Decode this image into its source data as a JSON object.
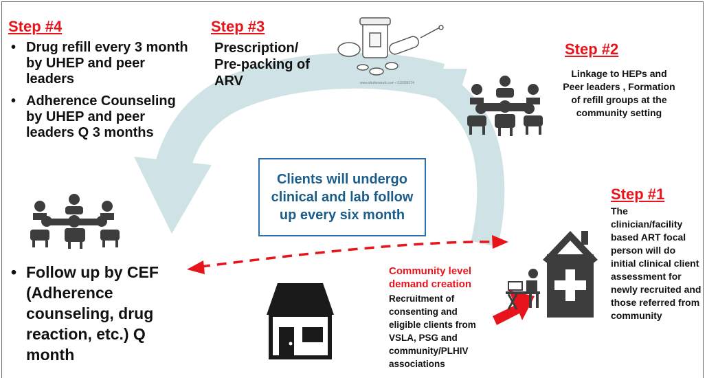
{
  "step4": {
    "title": "Step #4",
    "bullets": [
      "Drug refill every 3 month by UHEP and peer leaders",
      "Adherence Counseling by UHEP and peer leaders Q 3 months"
    ],
    "followup": "Follow up by CEF (Adherence counseling, drug reaction, etc.) Q month"
  },
  "step3": {
    "title": "Step #3",
    "text": "Prescription/ Pre-packing of ARV",
    "watermark": "www.shutterstock.com • 211006174"
  },
  "step2": {
    "title": "Step #2",
    "text": "Linkage to HEPs and Peer leaders , Formation of refill groups at the community setting"
  },
  "step1": {
    "title": "Step #1",
    "text": "The clinician/facility based ART focal person will do initial clinical client assessment for newly recruited and those referred from community"
  },
  "center_box": {
    "text": "Clients will undergo clinical and lab follow up every six month"
  },
  "community": {
    "title": "Community level demand creation",
    "text": "Recruitment of consenting and eligible clients from VSLA, PSG and community/PLHIV associations"
  },
  "icons": [
    "pill-bottles-icon",
    "meeting-group-icon",
    "health-facility-icon",
    "clinician-desk-icon",
    "house-icon"
  ],
  "colors": {
    "step_title": "#e8141b",
    "center_text": "#1c5d8a",
    "center_border": "#2e6fb0",
    "cycle_arrow": "#c8dfe4",
    "dashed_arrow": "#e8141b"
  }
}
